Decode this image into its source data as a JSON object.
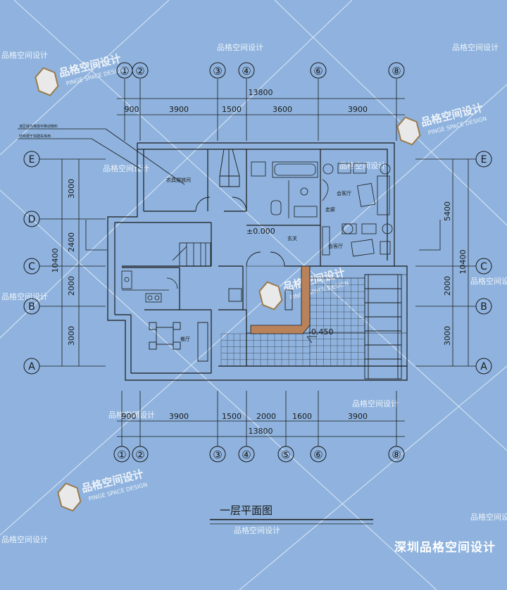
{
  "title": "一层平面图",
  "footer": "深圳品格空间设计",
  "watermark_text": "品格空间设计",
  "logo": {
    "cn": "品格空间设计",
    "en": "PINGE SPACE DESIGN"
  },
  "grid_axes": {
    "columns_top": [
      "①",
      "②",
      "③",
      "④",
      "⑥",
      "⑧"
    ],
    "columns_bottom": [
      "①",
      "②",
      "③",
      "④",
      "⑤",
      "⑥",
      "⑧"
    ],
    "rows": [
      "E",
      "D",
      "C",
      "B",
      "A"
    ]
  },
  "dimensions": {
    "top_total": "13800",
    "top_segments": [
      "900",
      "3900",
      "1500",
      "3600",
      "3900"
    ],
    "bottom_total": "13800",
    "bottom_segments": [
      "900",
      "3900",
      "1500",
      "2000",
      "1600",
      "3900"
    ],
    "left_segments": [
      "3000",
      "2400",
      "2000",
      "3000"
    ],
    "left_total": "10400",
    "right_segments": [
      "5400",
      "2000",
      "3000"
    ],
    "right_total": "10400"
  },
  "rooms": {
    "storage": "农具摆放间",
    "living_room": "会客厅",
    "dining": "餐厅",
    "corridor": "走廊",
    "left_living": "会客厅",
    "hall_note": "玄关"
  },
  "notes": {
    "line1": "该区域为堆放可移动物料",
    "line2": "结构便于加建车库用"
  },
  "levels": {
    "floor": "±0.000",
    "terrace": "-0.450"
  },
  "colors": {
    "background": "#8fb3de",
    "line": "#1a1a1a",
    "watermark": "#ffffff"
  }
}
